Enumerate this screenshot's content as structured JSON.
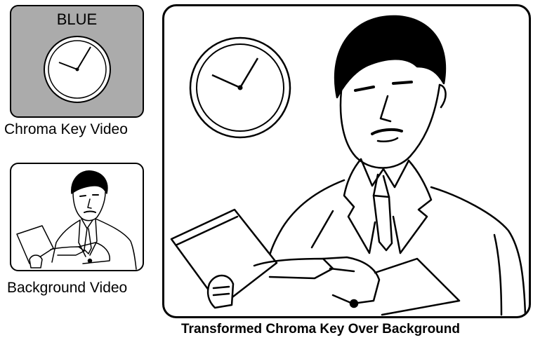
{
  "chroma_panel": {
    "key_color_label": "BLUE",
    "caption": "Chroma Key Video",
    "fill_color": "#ababab"
  },
  "background_panel": {
    "caption": "Background Video"
  },
  "main_panel": {
    "caption": "Transformed Chroma Key Over Background"
  },
  "icons": [
    "clock-icon",
    "presenter-figure"
  ]
}
